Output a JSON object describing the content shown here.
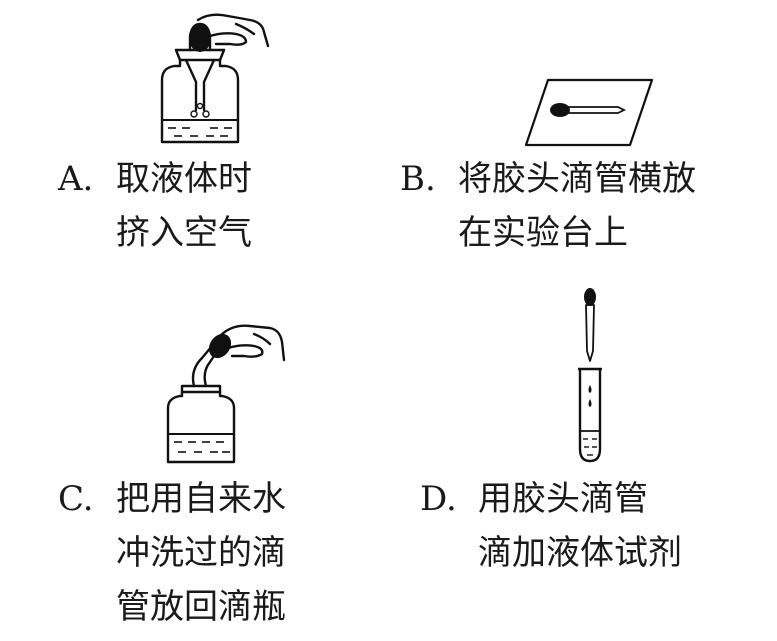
{
  "options": [
    {
      "label": "A.",
      "lines": [
        "取液体时",
        "挤入空气"
      ]
    },
    {
      "label": "B.",
      "lines": [
        "将胶头滴管横放",
        "在实验台上"
      ]
    },
    {
      "label": "C.",
      "lines": [
        "把用自来水",
        "冲洗过的滴",
        "管放回滴瓶"
      ]
    },
    {
      "label": "D.",
      "lines": [
        "用胶头滴管",
        "滴加液体试剂"
      ]
    }
  ]
}
